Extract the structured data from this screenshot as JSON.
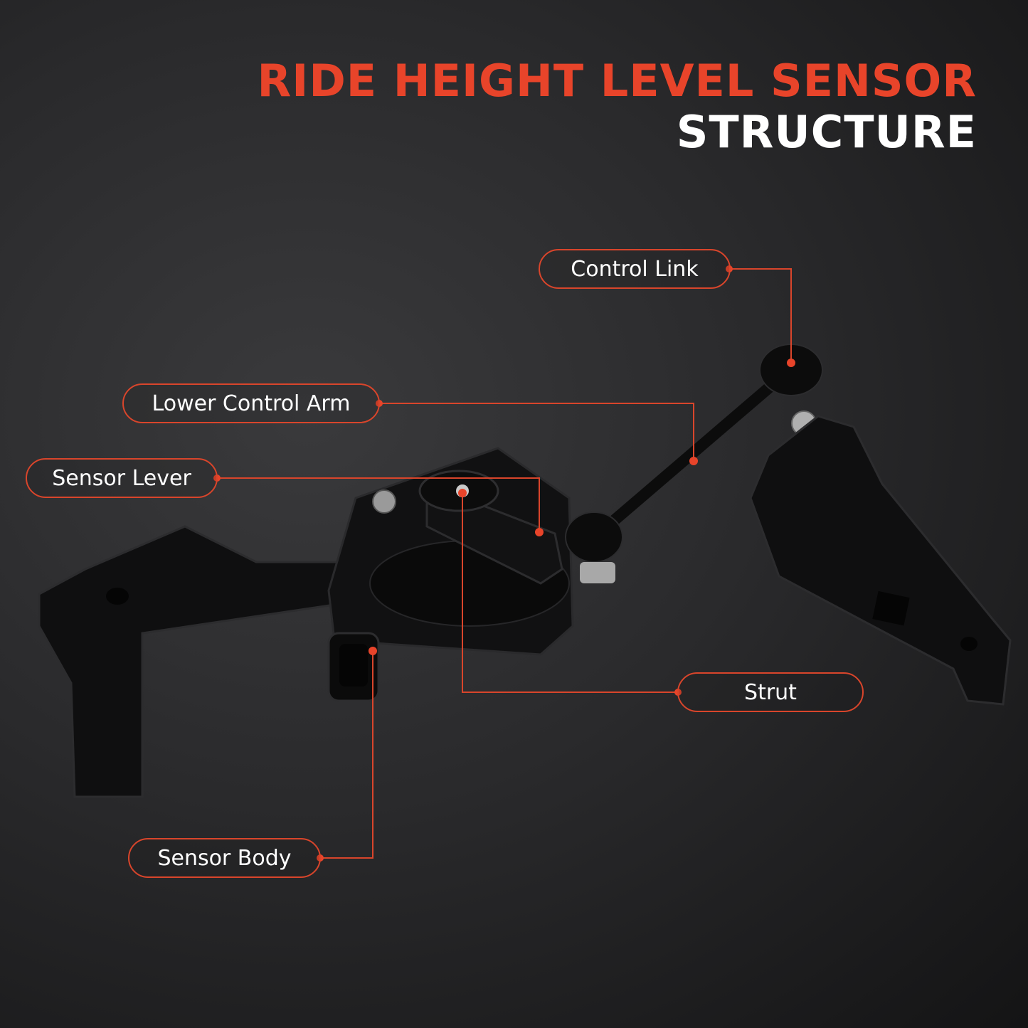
{
  "title": {
    "line1": "RIDE HEIGHT LEVEL SENSOR",
    "line2": "STRUCTURE"
  },
  "callouts": {
    "control_link": "Control Link",
    "lower_control_arm": "Lower Control Arm",
    "sensor_lever": "Sensor Lever",
    "strut": "Strut",
    "sensor_body": "Sensor Body"
  },
  "colors": {
    "accent": "#e8442a",
    "title_secondary": "#ffffff",
    "background": "#2a2a2c"
  }
}
